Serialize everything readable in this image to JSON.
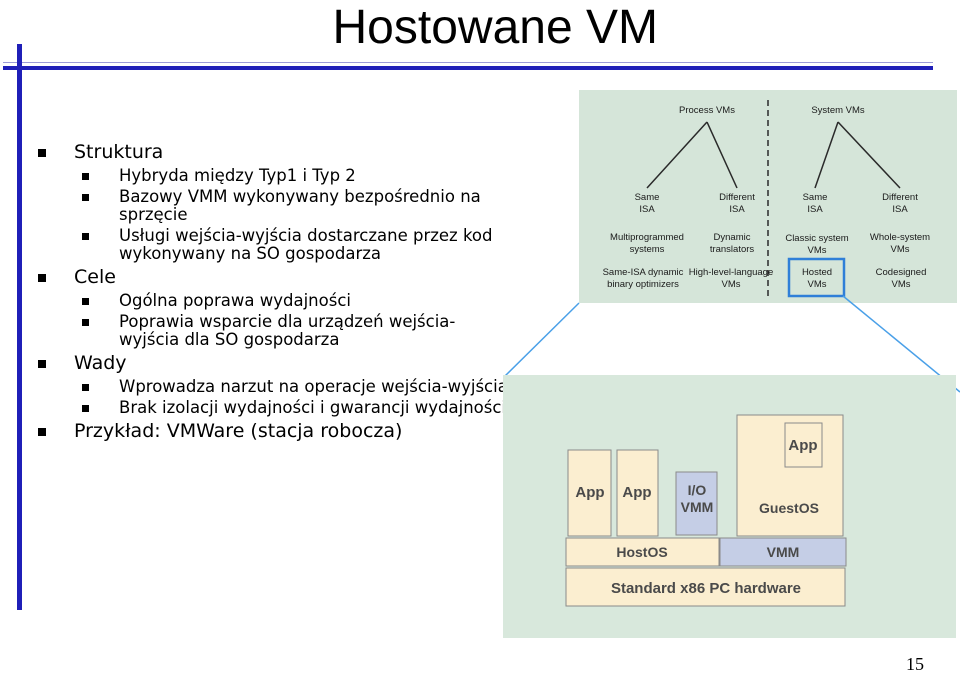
{
  "title": "Hostowane VM",
  "bullets": [
    {
      "text": "Struktura",
      "children": [
        "Hybryda między Typ1 i Typ 2",
        "Bazowy VMM wykonywany bezpośrednio na sprzęcie",
        "Usługi wejścia-wyjścia dostarczane przez kod wykonywany na SO gospodarza"
      ]
    },
    {
      "text": "Cele",
      "children": [
        "Ogólna poprawa wydajności",
        "Poprawia wsparcie dla urządzeń wejścia-wyjścia dla SO gospodarza"
      ]
    },
    {
      "text": "Wady",
      "children": [
        "Wprowadza narzut na operacje wejścia-wyjścia",
        "Brak izolacji wydajności i gwarancji wydajności"
      ]
    },
    {
      "text": "Przykład: VMWare (stacja robocza)",
      "children": []
    }
  ],
  "taxonomy": {
    "process_vms": "Process VMs",
    "system_vms": "System VMs",
    "same_isa_1": [
      "Same",
      "ISA"
    ],
    "different_isa_1": [
      "Different",
      "ISA"
    ],
    "same_isa_2": [
      "Same",
      "ISA"
    ],
    "different_isa_2": [
      "Different",
      "ISA"
    ],
    "multiprogrammed": [
      "Multiprogrammed",
      "systems"
    ],
    "dynamic_translators": [
      "Dynamic",
      "translators"
    ],
    "classic_system": [
      "Classic system",
      "VMs"
    ],
    "whole_system": [
      "Whole-system",
      "VMs"
    ],
    "same_isa_dynamic": [
      "Same-ISA dynamic",
      "binary optimizers"
    ],
    "high_level": [
      "High-level-language",
      "VMs"
    ],
    "hosted": [
      "Hosted",
      "VMs"
    ],
    "codesigned": [
      "Codesigned",
      "VMs"
    ]
  },
  "stack": {
    "app1": "App",
    "app2": "App",
    "io_vmm": [
      "I/O",
      "VMM"
    ],
    "app3": "App",
    "guest_os": "GuestOS",
    "host_os": "HostOS",
    "vmm": "VMM",
    "hardware": "Standard x86 PC hardware"
  },
  "page_number": "15",
  "colors": {
    "accent": "#1f1fb8",
    "diagram_bg": "#d8e8dc",
    "box_fill": "#fbeed0",
    "io_fill": "#c5cee6",
    "highlight": "#2f7fd8"
  }
}
